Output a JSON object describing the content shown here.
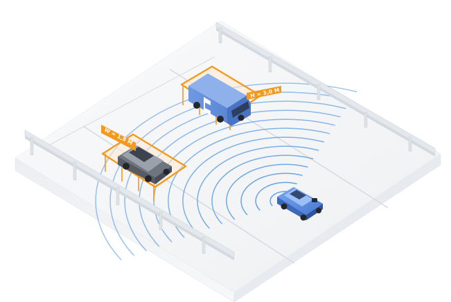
{
  "labels": {
    "width_tag": "W = 1,8 M",
    "height_tag": "H = 3,0 M"
  },
  "colors": {
    "accent_orange": "#f39a1e",
    "wave_blue": "#5a9be0",
    "car_blue": "#5b8ee6",
    "road": "#f3f4f6",
    "barrier": "#dfe3e8"
  },
  "icons": {
    "van_logo": "white-chevron-logo"
  }
}
